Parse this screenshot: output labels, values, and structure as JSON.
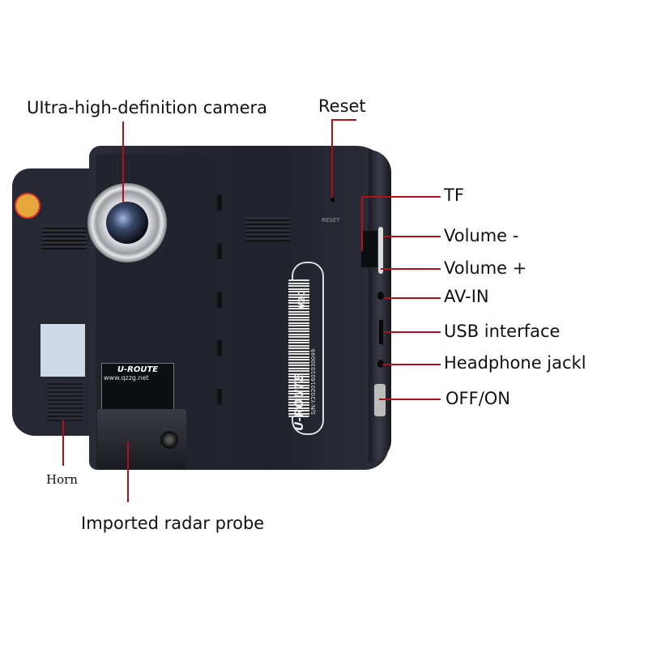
{
  "labels": {
    "camera": "UItra-high-definition camera",
    "reset": "Reset",
    "tf": "TF",
    "volume_minus": "Volume -",
    "volume_plus": "Volume +",
    "av_in": "AV-IN",
    "usb": "USB interface",
    "headphone": "Headphone jackl",
    "power": "OFF/ON",
    "horn": "Horn",
    "radar": "Imported radar probe"
  },
  "device": {
    "brand": "U-ROUTE",
    "model": "V20",
    "serial": "S/N:Y20201601030049",
    "website": "www.qzzg.net",
    "reset_marking": "RESET"
  },
  "colors": {
    "callout_line": "#b0101a",
    "device_body": "#23252f"
  }
}
